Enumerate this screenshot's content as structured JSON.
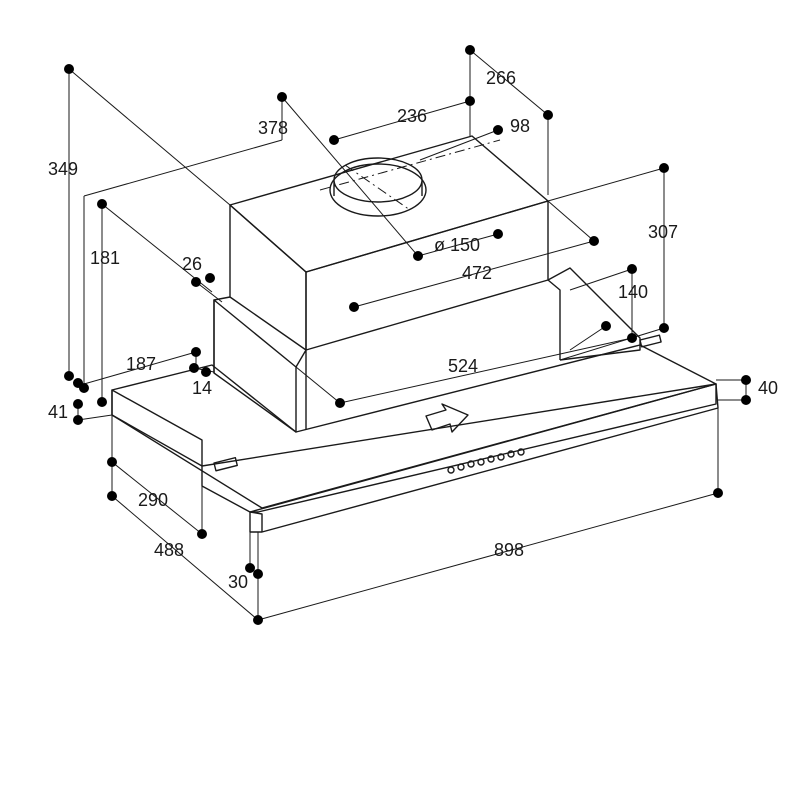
{
  "dimensions": {
    "d349": "349",
    "d378": "378",
    "d236": "236",
    "d266": "266",
    "d98": "98",
    "d181": "181",
    "d26": "26",
    "d150": "ø 150",
    "d472": "472",
    "d307": "307",
    "d140": "140",
    "d187": "187",
    "d14": "14",
    "d524": "524",
    "d41": "41",
    "d40": "40",
    "d290": "290",
    "d488": "488",
    "d898": "898",
    "d30": "30"
  },
  "colors": {
    "stroke": "#1a1a1a",
    "dot": "#000000",
    "background": "#ffffff",
    "shade": "#e6e6e6",
    "shade_dark": "#d2d2d2"
  },
  "icons": {
    "direction_arrow": "arrow-down-right-icon",
    "control_buttons": "button-row-icon"
  }
}
